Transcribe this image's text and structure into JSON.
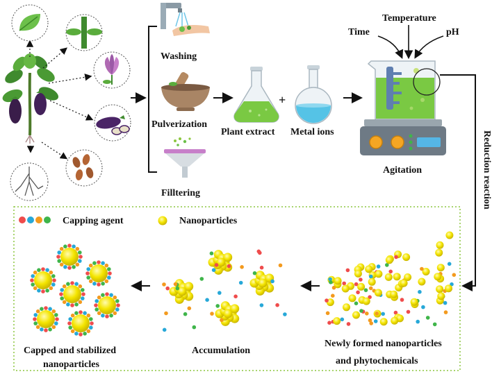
{
  "steps": {
    "washing": "Washing",
    "pulverization": "Pulverization",
    "filtering": "Filltering",
    "plant_extract": "Plant extract",
    "plus": "+",
    "metal_ions": "Metal ions",
    "agitation": "Agitation"
  },
  "conditions": {
    "time": "Time",
    "temperature": "Temperature",
    "ph": "pH"
  },
  "side_label": "Reduction reaction",
  "legend": {
    "capping_agent": "Capping agent",
    "nanoparticles": "Nanoparticles"
  },
  "stages": {
    "newly_formed_line1": "Newly formed nanoparticles",
    "newly_formed_line2": "and phytochemicals",
    "accumulation": "Accumulation",
    "capped_line1": "Capped and stabilized",
    "capped_line2": "nanoparticles"
  },
  "colors": {
    "nanoparticle": "#f2e600",
    "nanoparticle_edge": "#c9b800",
    "capping": [
      "#ef4c4c",
      "#27a8d8",
      "#f39a1e",
      "#3fb54a"
    ],
    "green_liquid": "#7ac943",
    "frame_dash": "#8cc63f",
    "arrow": "#111111"
  },
  "icons": [
    "leaf-icon",
    "stem-icon",
    "flower-icon",
    "eggplant-icon",
    "root-icon",
    "seeds-icon",
    "faucet-icon",
    "mortar-icon",
    "funnel-icon",
    "flask-icon",
    "round-flask-icon",
    "beaker-stirrer-icon"
  ]
}
